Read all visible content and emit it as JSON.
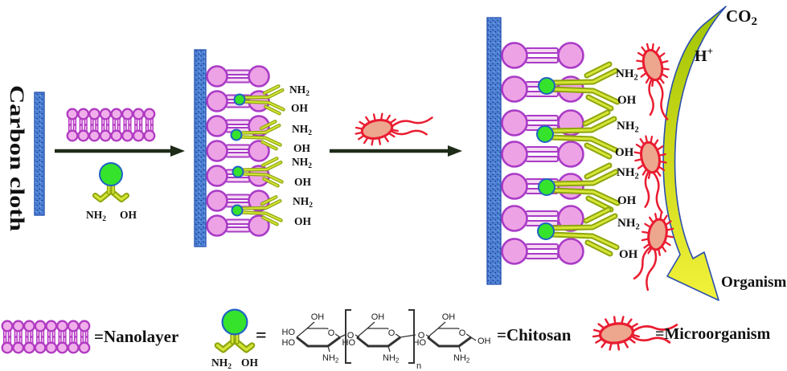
{
  "colors": {
    "membrane_pink": "#eea2e6",
    "membrane_outline": "#a93bc6",
    "carbon_cloth_blue": "#4d82d6",
    "chitosan_green": "#35e32c",
    "chitosan_arm_yellow": "#cfe02f",
    "microbe_red": "#e91c30",
    "microbe_body": "#eda78f",
    "ribbon_top_green": "#9fc404",
    "ribbon_bottom_yellow": "#f2f23a"
  },
  "labels": {
    "carbon_cloth": "Carbon cloth",
    "organism": "Organism"
  },
  "gases": {
    "co": "CO",
    "co_sub": "2",
    "h": "H",
    "h_sup": "+"
  },
  "chem": {
    "nh": "NH",
    "sub2": "2",
    "oh": "OH",
    "ho": "HO",
    "o": "O",
    "n": "n"
  },
  "legend": {
    "nanolayer": "=Nanolayer",
    "equals": "=",
    "chitosan": "=Chitosan",
    "microorganism": "=Microorganism"
  }
}
